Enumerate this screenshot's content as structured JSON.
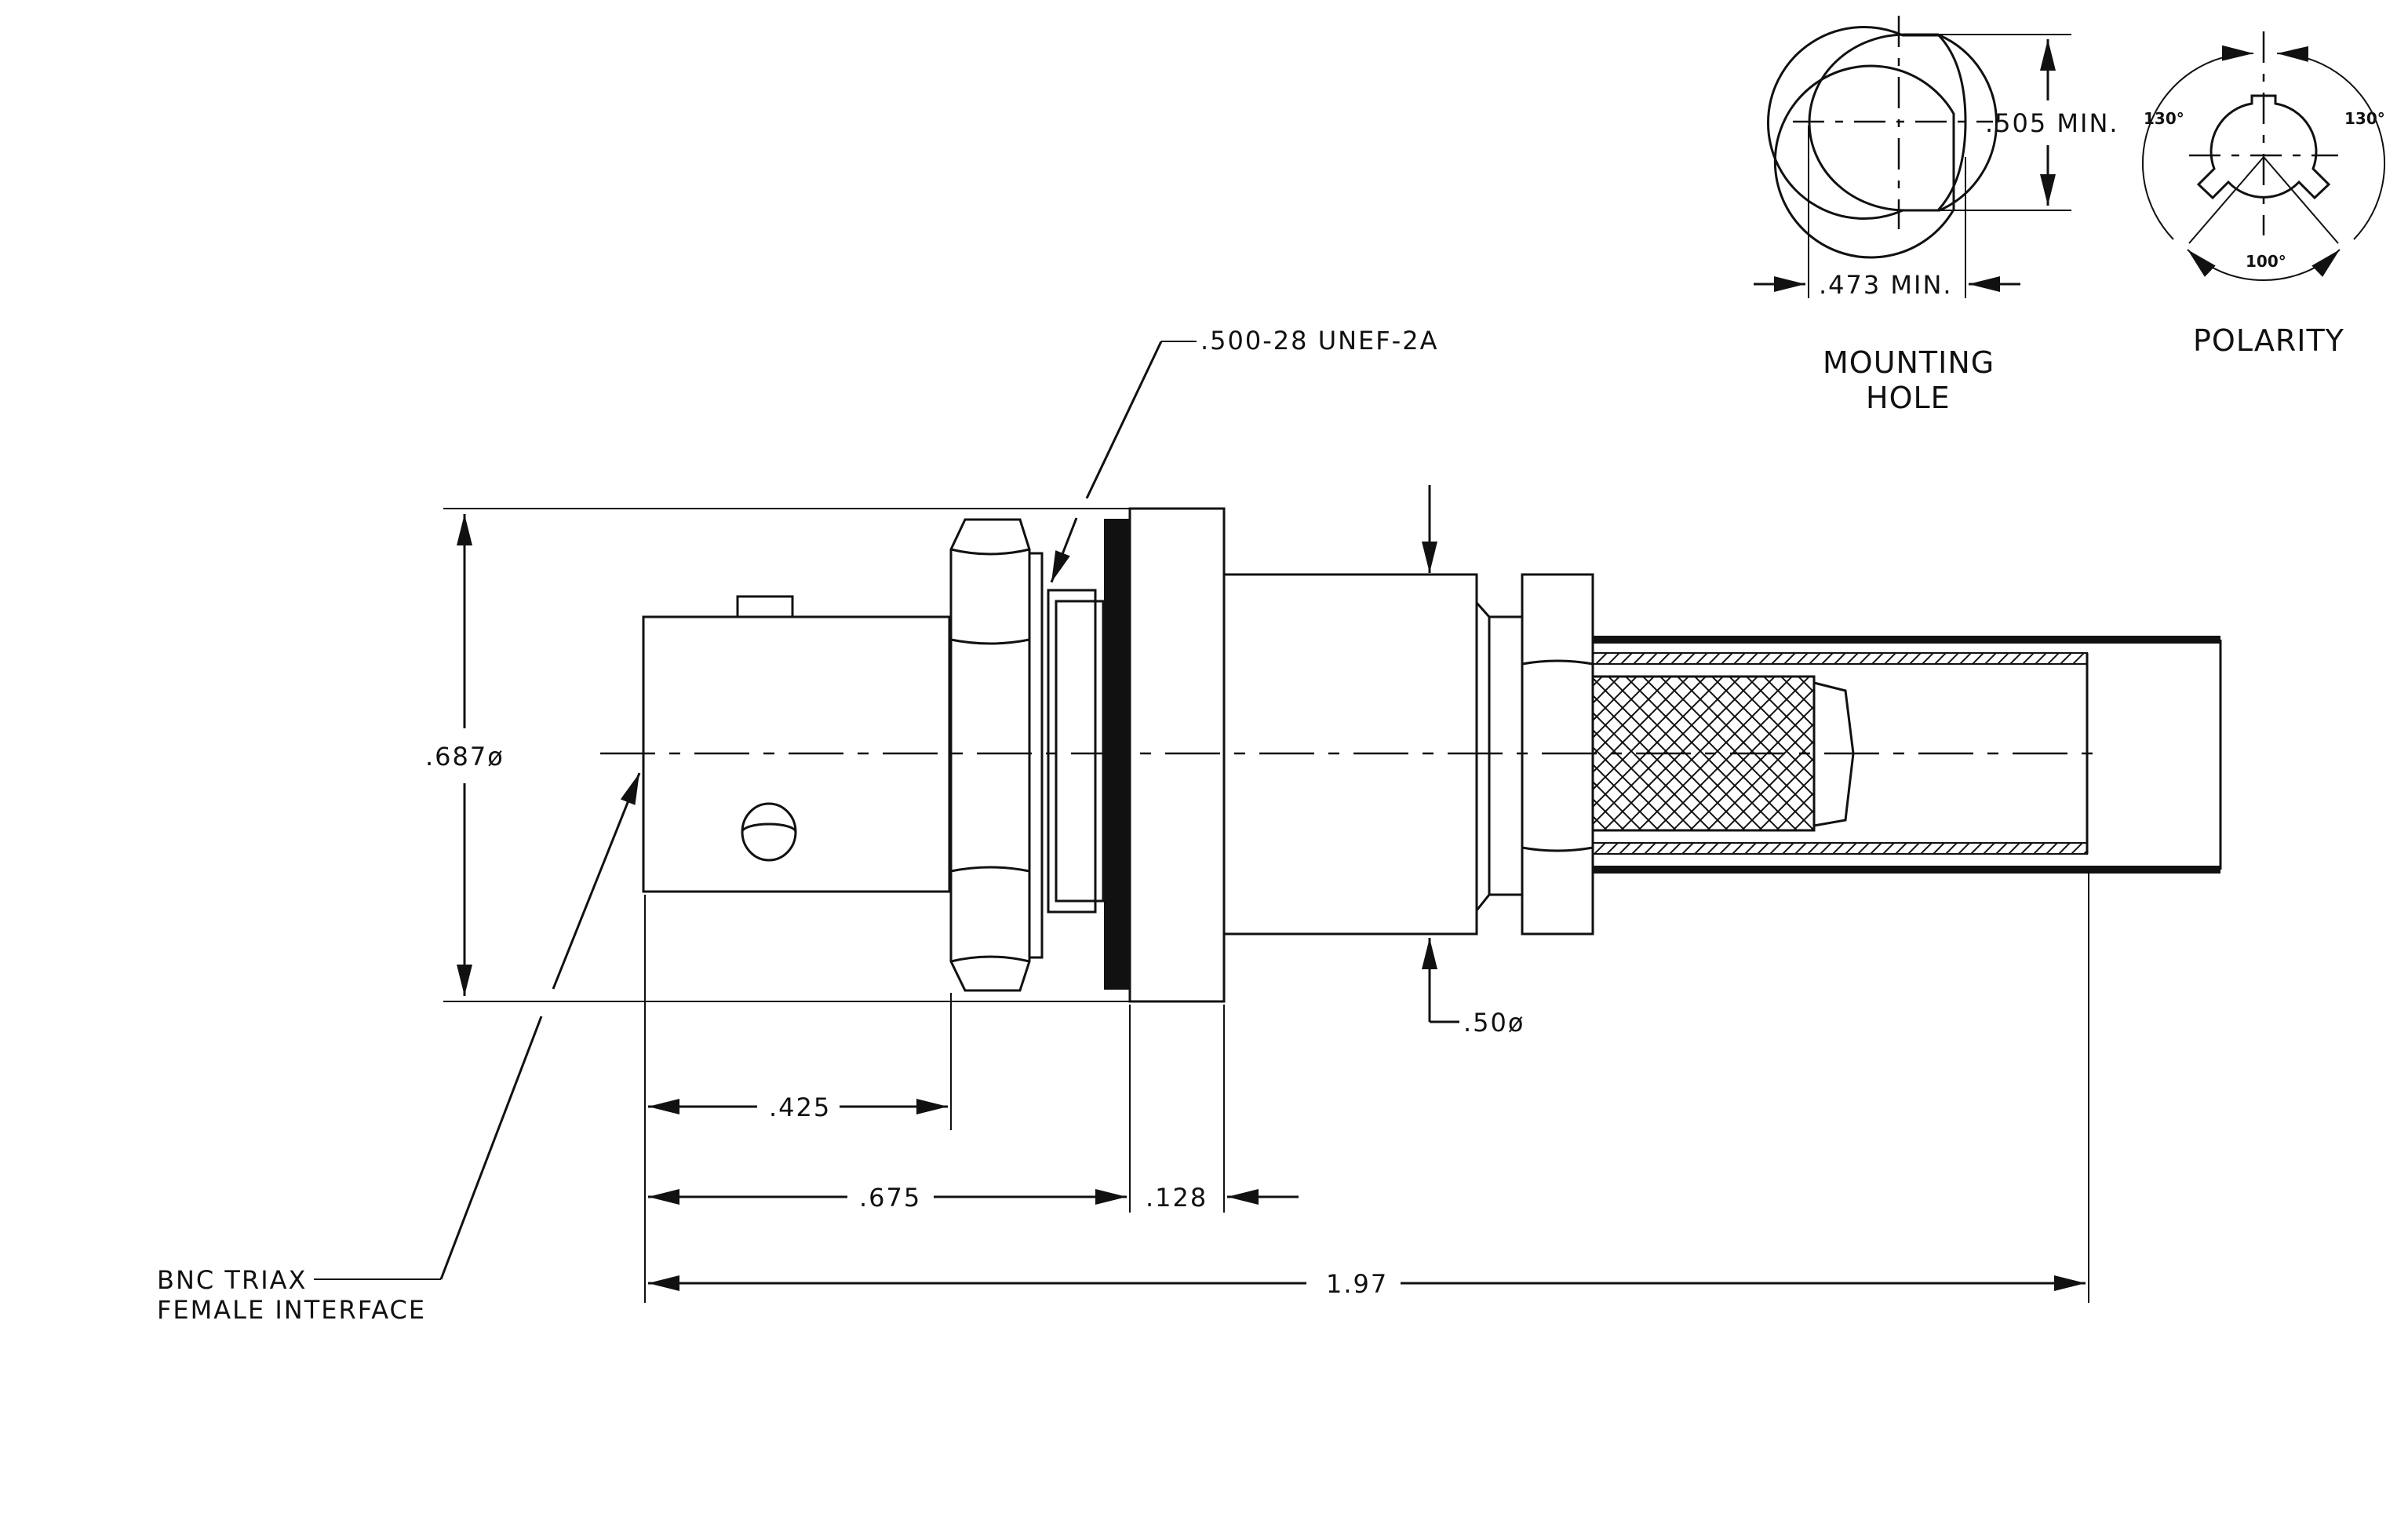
{
  "labels": {
    "thread": ".500-28 UNEF-2A",
    "mounting_hole_title_line1": "MOUNTING",
    "mounting_hole_title_line2": "HOLE",
    "polarity_title": "POLARITY",
    "interface_line1": "BNC TRIAX",
    "interface_line2": "FEMALE INTERFACE"
  },
  "dimensions": {
    "outer_diameter": ".687ø",
    "body_diameter": ".50ø",
    "len_425": ".425",
    "len_675": ".675",
    "len_128": ".128",
    "overall_length": "1.97",
    "hole_height": ".505  MIN.",
    "hole_width": ".473  MIN."
  },
  "polarity_angles": {
    "left": "130°",
    "right": "130°",
    "bottom": "100°"
  },
  "colors": {
    "ink": "#111111",
    "background": "#ffffff"
  }
}
